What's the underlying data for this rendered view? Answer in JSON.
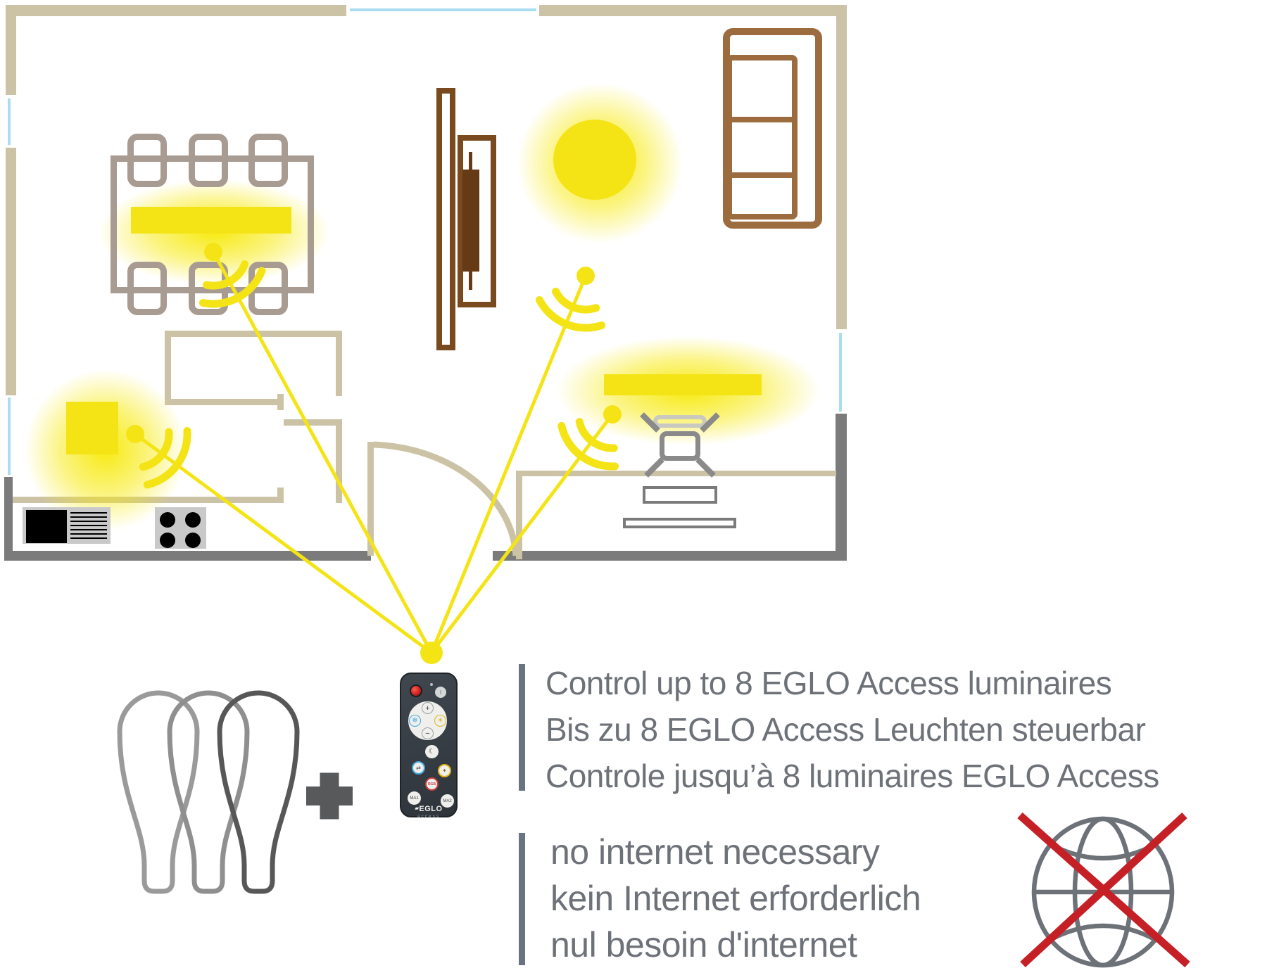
{
  "blocks": {
    "control": {
      "lines": [
        "Control up to 8 EGLO Access luminaires",
        "Bis zu 8 EGLO Access Leuchten steuerbar",
        "Controle jusqu’à 8 luminaires EGLO Access"
      ]
    },
    "internet": {
      "lines": [
        "no internet necessary",
        "kein Internet erforderlich",
        "nul besoin d'internet"
      ]
    }
  },
  "remote": {
    "brand": "EGLO",
    "series": "access",
    "buttons": {
      "top_right": "I",
      "brightness_up": "+",
      "brightness_down": "−",
      "cool_white": "❄",
      "warm_white": "☀",
      "night_mode": "☾",
      "scene_blue": "⇄",
      "scene_warm": "✦",
      "rgb": "RGB",
      "memory_1": "MA1",
      "memory_2": "MA2"
    }
  },
  "floorplan": {
    "lights": [
      "dining-table-light",
      "ceiling-light",
      "kitchen-light",
      "desk-light"
    ],
    "signal_source": "remote-control"
  },
  "colors": {
    "accent_yellow": "#f4e416",
    "wall_beige": "#ccc3a6",
    "wall_gray": "#7b7b7b",
    "window_blue": "#aadcf2",
    "text_gray": "#6d7178",
    "cross_red": "#c52026",
    "sofa_brown": "#9c6b3e",
    "tv_brown": "#7a4a1f",
    "table_taupe": "#a89b92",
    "remote_body": "#373e45"
  }
}
